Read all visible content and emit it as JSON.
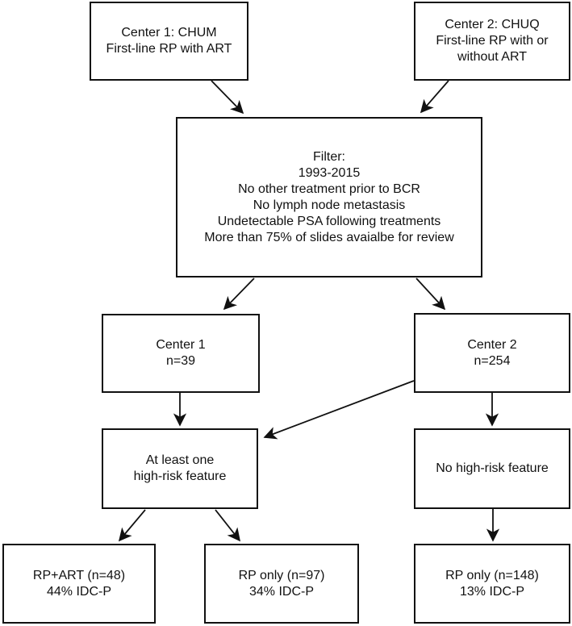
{
  "diagram": {
    "type": "flowchart",
    "background": "#ffffff",
    "line_color": "#111111",
    "text_color": "#111111",
    "nodes": {
      "center1_source": {
        "lines": [
          "Center 1: CHUM",
          "First-line RP with ART"
        ]
      },
      "center2_source": {
        "lines": [
          "Center 2: CHUQ",
          "First-line RP with or",
          "without ART"
        ]
      },
      "filter": {
        "lines": [
          "Filter:",
          "1993-2015",
          "No other treatment prior to BCR",
          "No lymph node metastasis",
          "Undetectable PSA following treatments",
          "More than 75% of slides avaialbe for review"
        ]
      },
      "center1_cohort": {
        "lines": [
          "Center 1",
          "n=39"
        ]
      },
      "center2_cohort": {
        "lines": [
          "Center 2",
          "n=254"
        ]
      },
      "high_risk": {
        "lines": [
          "At least one",
          "high-risk feature"
        ]
      },
      "no_high_risk": {
        "lines": [
          "No high-risk feature"
        ]
      },
      "rp_art_48": {
        "lines": [
          "RP+ART (n=48)",
          "44% IDC-P"
        ]
      },
      "rp_only_97": {
        "lines": [
          "RP only (n=97)",
          "34% IDC-P"
        ]
      },
      "rp_only_148": {
        "lines": [
          "RP only (n=148)",
          "13% IDC-P"
        ]
      }
    },
    "edges": [
      {
        "from": "center1_source",
        "to": "filter"
      },
      {
        "from": "center2_source",
        "to": "filter"
      },
      {
        "from": "filter",
        "to": "center1_cohort"
      },
      {
        "from": "filter",
        "to": "center2_cohort"
      },
      {
        "from": "center1_cohort",
        "to": "high_risk"
      },
      {
        "from": "center2_cohort",
        "to": "high_risk"
      },
      {
        "from": "center2_cohort",
        "to": "no_high_risk"
      },
      {
        "from": "high_risk",
        "to": "rp_art_48"
      },
      {
        "from": "high_risk",
        "to": "rp_only_97"
      },
      {
        "from": "no_high_risk",
        "to": "rp_only_148"
      }
    ]
  }
}
